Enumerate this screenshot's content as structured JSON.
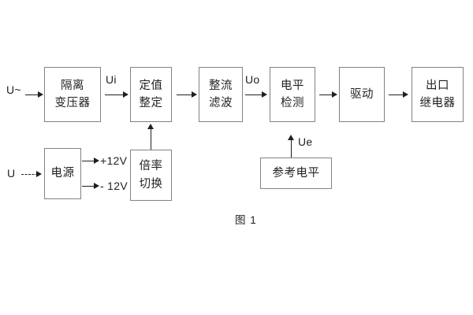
{
  "figure": {
    "caption": "图 1",
    "background_color": "#ffffff",
    "box_border_color": "#808285",
    "line_color": "#231f20"
  },
  "main_chain": {
    "input_label": "U~",
    "boxes": [
      {
        "id": "isolation-transformer",
        "lines": [
          "隔离",
          "变压器"
        ]
      },
      {
        "id": "setpoint-setting",
        "lines": [
          "定值",
          "整定"
        ]
      },
      {
        "id": "rectify-filter",
        "lines": [
          "整流",
          "滤波"
        ]
      },
      {
        "id": "level-detection",
        "lines": [
          "电平",
          "检测"
        ]
      },
      {
        "id": "driver",
        "lines": [
          "驱动"
        ]
      },
      {
        "id": "output-relay",
        "lines": [
          "出口",
          "继电器"
        ]
      }
    ],
    "signals": [
      {
        "id": "ui",
        "label": "Ui"
      },
      {
        "id": "uo",
        "label": "Uo"
      }
    ]
  },
  "power_branch": {
    "input_label": "U",
    "box": {
      "id": "power-supply",
      "lines": [
        "电源"
      ]
    },
    "outputs": [
      {
        "id": "rail-positive",
        "label": "+12V"
      },
      {
        "id": "rail-negative",
        "label": "- 12V"
      }
    ]
  },
  "multiplier_branch": {
    "box": {
      "id": "multiplier-switch",
      "lines": [
        "倍率",
        "切换"
      ]
    }
  },
  "reference_branch": {
    "box": {
      "id": "reference-level",
      "lines": [
        "参考电平"
      ]
    },
    "signal": {
      "id": "ue",
      "label": "Ue"
    }
  }
}
